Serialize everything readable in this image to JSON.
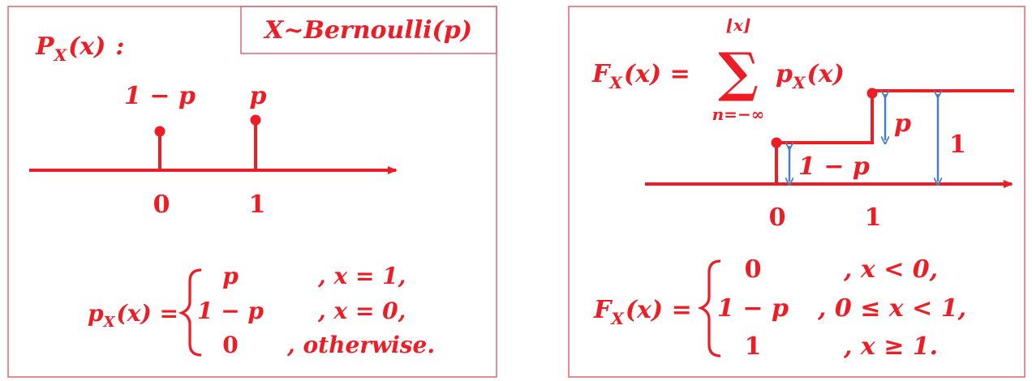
{
  "colors": {
    "accent": "#ee1c25",
    "arrow": "#4a7fc0",
    "frame": "#e0707a"
  },
  "left_panel": {
    "title_box": "X~Bernoulli(p)",
    "pmf_heading": {
      "sym": "P",
      "sub": "X",
      "arg": "(x)",
      "colon": ":"
    },
    "stems": [
      {
        "x_label": "0",
        "prob_label": "1 − p",
        "value": "1-p"
      },
      {
        "x_label": "1",
        "prob_label": "p",
        "value": "p"
      }
    ],
    "piecewise": {
      "lhs": {
        "sym": "p",
        "sub": "X",
        "rest": "(x) ="
      },
      "rows": [
        {
          "value": "p",
          "condition": ", x = 1,"
        },
        {
          "value": "1 − p",
          "condition": ", x = 0,"
        },
        {
          "value": "0",
          "condition": ", otherwise."
        }
      ]
    }
  },
  "right_panel": {
    "cdf_formula": {
      "lhs": {
        "sym": "F",
        "sub": "X",
        "rest": "(x) ="
      },
      "sum_upper": "⌊x⌋",
      "sum_symbol": "∑",
      "sum_lower": "n=−∞",
      "summand": {
        "sym": "p",
        "sub": "X",
        "rest": "(x)"
      }
    },
    "step_labels": {
      "first_step": "1 − p",
      "second_step": "p",
      "total": "1"
    },
    "x_ticks": [
      "0",
      "1"
    ],
    "piecewise": {
      "lhs": {
        "sym": "F",
        "sub": "X",
        "rest": "(x) ="
      },
      "rows": [
        {
          "value": "0",
          "condition": ", x < 0,"
        },
        {
          "value": "1 − p",
          "condition": ", 0 ≤ x < 1,"
        },
        {
          "value": "1",
          "condition": ", x ≥ 1."
        }
      ]
    }
  }
}
